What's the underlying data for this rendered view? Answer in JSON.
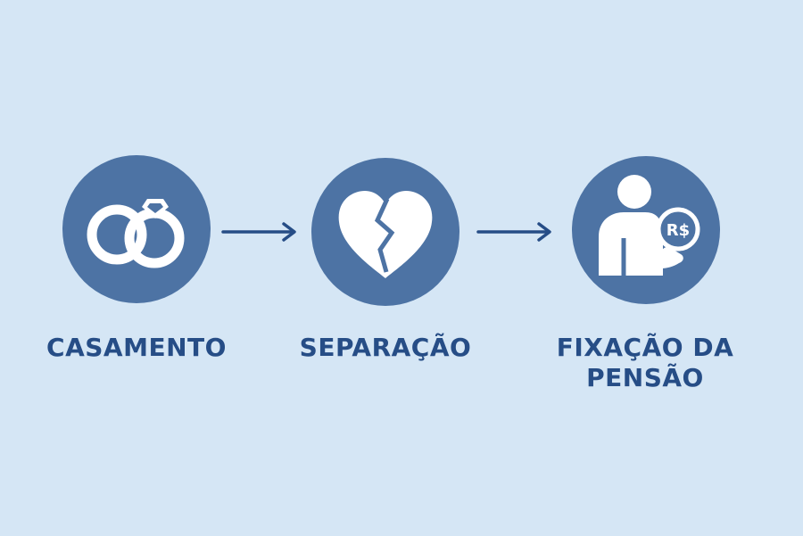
{
  "steps": [
    {
      "label": "CASAMENTO",
      "icon": "wedding-rings-icon"
    },
    {
      "label": "SEPARAÇÃO",
      "icon": "broken-heart-icon"
    },
    {
      "label": "FIXAÇÃO DA PENSÃO",
      "icon": "person-money-icon",
      "badge": "R$"
    }
  ],
  "colors": {
    "background": "#d5e6f5",
    "circle": "#4d73a4",
    "icon": "#ffffff",
    "text": "#264d86",
    "arrow": "#264d86"
  }
}
